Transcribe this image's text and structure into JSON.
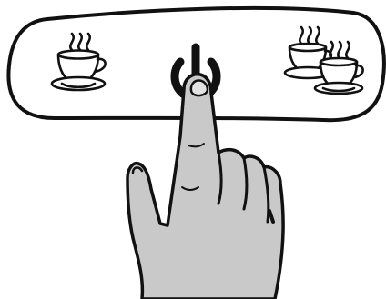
{
  "control_panel": {
    "buttons": [
      {
        "name": "single-cup",
        "icon": "coffee-cup-icon"
      },
      {
        "name": "power",
        "icon": "power-icon"
      },
      {
        "name": "double-cup",
        "icon": "two-coffee-cups-icon"
      }
    ]
  },
  "hand": {
    "icon": "pointing-hand-icon",
    "fill_color": "#c9c9c9"
  },
  "colors": {
    "outline": "#111111",
    "panel_fill": "#ffffff",
    "background": "#ffffff"
  }
}
